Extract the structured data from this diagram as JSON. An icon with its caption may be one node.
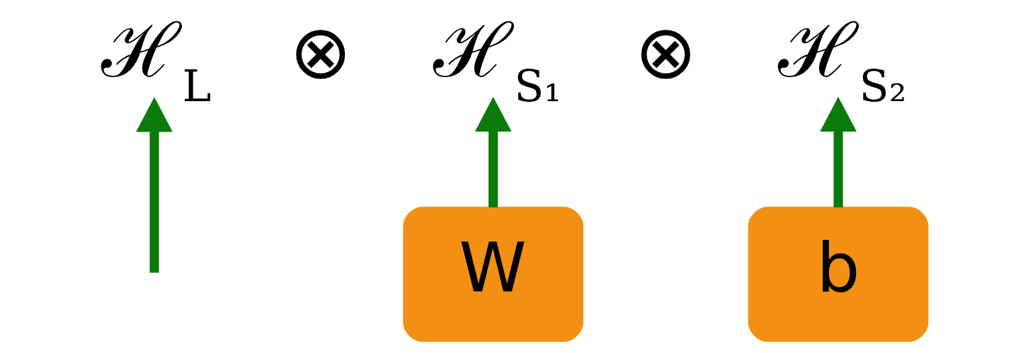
{
  "diagram": {
    "nodes": [
      {
        "text": [
          "ℋ$_{L}$"
        ]
      },
      {
        "text": [
          "ℋ$_{S₁}$"
        ]
      },
      {
        "text": [
          "ℋ$_{S₂}$"
        ]
      },
      {
        "text": [
          "W"
        ]
      },
      {
        "text": [
          "b"
        ]
      }
    ],
    "edges": [
      {
        "from": null,
        "to": 0,
        "arrow": "to"
      },
      {
        "from": 3,
        "to": 1,
        "arrow": "to"
      },
      {
        "from": 4,
        "to": 2,
        "arrow": "to"
      }
    ],
    "labels": [
      "⊗",
      "⊗"
    ]
  }
}
